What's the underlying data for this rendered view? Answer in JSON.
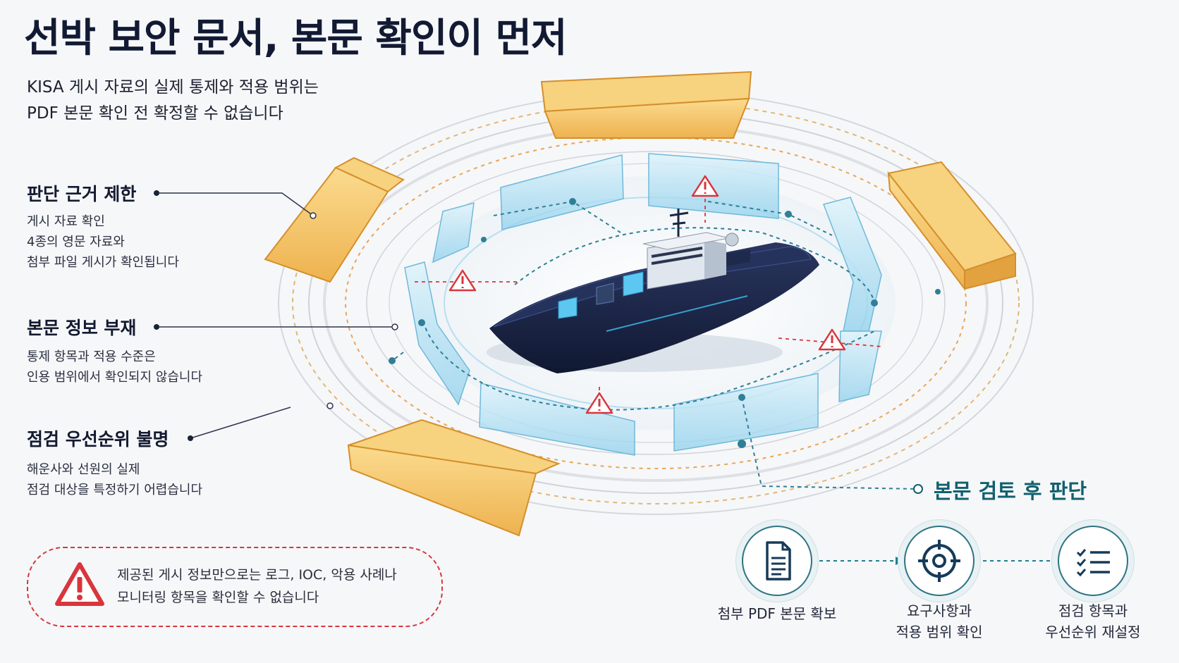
{
  "title": "선박 보안 문서, 본문 확인이 먼저",
  "subtitle": {
    "line1": "KISA 게시 자료의 실제 통제와 적용 범위는",
    "line2": "PDF 본문 확인 전 확정할 수 없습니다"
  },
  "issues": [
    {
      "heading": "판단 근거 제한",
      "lines": [
        "게시 자료 확인",
        "4종의 영문 자료와",
        "첨부 파일 게시가 확인됩니다"
      ]
    },
    {
      "heading": "본문 정보 부재",
      "lines": [
        "통제 항목과 적용 수준은",
        "인용 범위에서 확인되지 않습니다"
      ]
    },
    {
      "heading": "점검 우선순위 불명",
      "lines": [
        "해운사와 선원의 실제",
        "점검 대상을 특정하기 어렵습니다"
      ]
    }
  ],
  "warning": {
    "line1": "제공된 게시 정보만으로는 로그, IOC, 악용 사례나",
    "line2": "모니터링 항목을 확인할 수 없습니다",
    "icon": "warning-triangle-icon"
  },
  "action": {
    "heading": "본문 검토 후 판단",
    "steps": [
      {
        "icon": "document-icon",
        "lines": [
          "첨부 PDF 본문 확보"
        ]
      },
      {
        "icon": "target-icon",
        "lines": [
          "요구사항과",
          "적용 범위 확인"
        ]
      },
      {
        "icon": "checklist-icon",
        "lines": [
          "점검 항목과",
          "우선순위 재설정"
        ]
      }
    ]
  },
  "colors": {
    "title": "#121a33",
    "accent_teal": "#11606f",
    "warning_red": "#d8363c",
    "amber_block": "#f3c56a",
    "ship_hull": "#16213f",
    "glass_panel": "#a9d8ee"
  }
}
